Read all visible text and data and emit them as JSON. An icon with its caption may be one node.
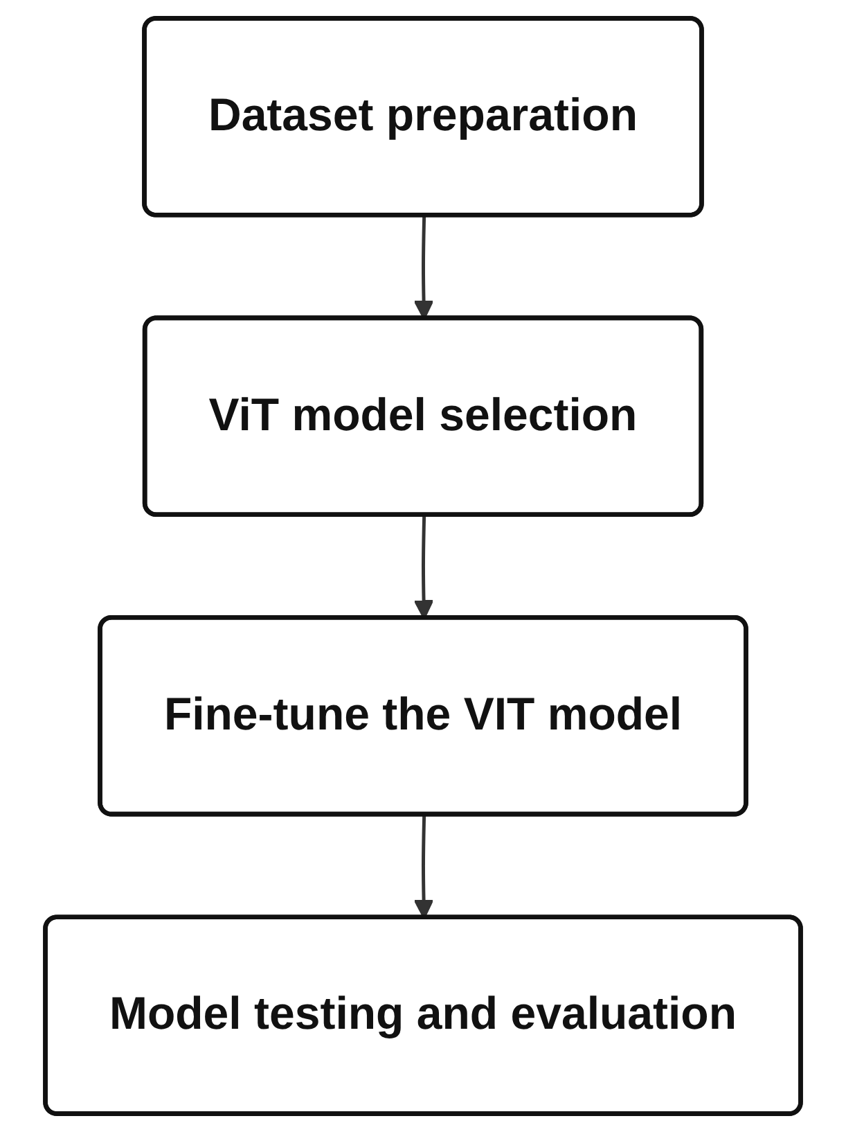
{
  "diagram": {
    "nodes": [
      {
        "text": [
          "Dataset preparation"
        ]
      },
      {
        "text": [
          "ViT model selection"
        ]
      },
      {
        "text": [
          "Fine-tune the VIT model"
        ]
      },
      {
        "text": [
          "Model testing and evaluation"
        ]
      }
    ],
    "edges": [
      {
        "from": 0,
        "to": 1,
        "arrow": "to"
      },
      {
        "from": 1,
        "to": 2,
        "arrow": "to"
      },
      {
        "from": 2,
        "to": 3,
        "arrow": "to"
      }
    ]
  }
}
